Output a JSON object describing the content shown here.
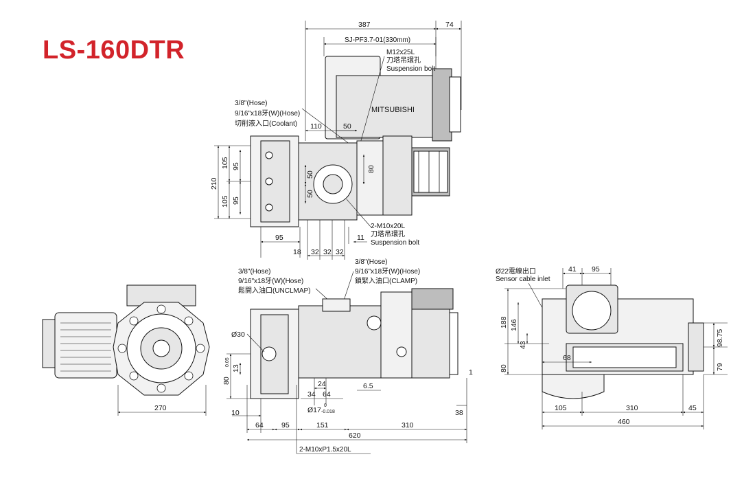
{
  "title": "LS-160DTR",
  "colors": {
    "title": "#d2232a",
    "line": "#111111"
  },
  "top_view": {
    "motor_label": "MITSUBISHI",
    "dims": {
      "d387": "387",
      "d74": "74",
      "d110": "110",
      "d50_top": "50",
      "d105_a": "105",
      "d105_b": "105",
      "d95_a": "95",
      "d95_b": "95",
      "d210": "210",
      "d80": "80",
      "d50_a": "50",
      "d50_b": "50",
      "d95_bottom": "95",
      "d11": "11",
      "d18": "18",
      "d32_a": "32",
      "d32_b": "32",
      "d32_c": "32"
    },
    "notes": {
      "reducer": "SJ-PF3.7-01(330mm)",
      "bolt_top_1": "M12x25L",
      "bolt_top_2": "刀塔吊環孔",
      "bolt_top_3": "Suspension bolt",
      "coolant_1": "3/8\"(Hose)",
      "coolant_2": "9/16\"x18牙(W)(Hose)",
      "coolant_3": "切削液入口(Coolant)",
      "bolt_bot_1": "2-M10x20L",
      "bolt_bot_2": "刀塔吊環孔",
      "bolt_bot_3": "Suspension bolt"
    }
  },
  "front_view": {
    "dims": {
      "d270": "270"
    }
  },
  "side_view": {
    "notes": {
      "unclamp_1": "3/8\"(Hose)",
      "unclamp_2": "9/16\"x18牙(W)(Hose)",
      "unclamp_3": "鬆開入油口(UNCLMAP)",
      "clamp_1": "3/8\"(Hose)",
      "clamp_2": "9/16\"x18牙(W)(Hose)",
      "clamp_3": "鎖緊入油口(CLAMP)",
      "thread": "2-M10xP1.5x20L"
    },
    "dims": {
      "d30": "Ø30",
      "d80": "80",
      "d80_tol": "0.05",
      "d13": "13",
      "d10": "10",
      "d64_a": "64",
      "d95": "95",
      "d151": "151",
      "d310": "310",
      "d620": "620",
      "d24": "24",
      "d34": "34",
      "d64_b": "64",
      "d6_5": "6.5",
      "d17": "Ø17",
      "d17_tol_hi": "0",
      "d17_tol_lo": "-0.018",
      "d38": "38",
      "d1": "1"
    }
  },
  "right_view": {
    "notes": {
      "sensor_1": "Ø22電線出口",
      "sensor_2": "Sensor cable inlet"
    },
    "dims": {
      "d41": "41",
      "d95": "95",
      "d188": "188",
      "d146": "146",
      "d43": "43",
      "d68": "68",
      "d80": "80",
      "d98_75": "98.75",
      "d79": "79",
      "d105": "105",
      "d310": "310",
      "d45": "45",
      "d460": "460"
    }
  }
}
